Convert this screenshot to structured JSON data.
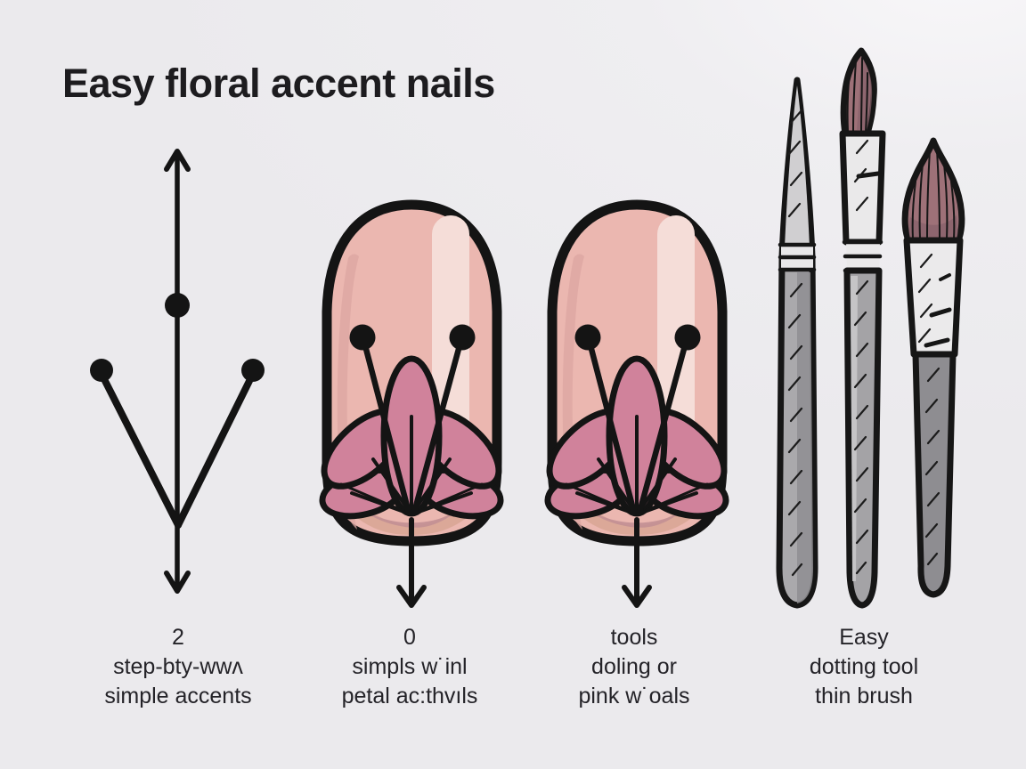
{
  "title": "Easy floral accent nails",
  "captions": [
    {
      "lines": [
        "2",
        "step-bty-wwʌ",
        "simple accents"
      ]
    },
    {
      "lines": [
        "0",
        "simpls w˙inl",
        "petal ac:thvıls"
      ]
    },
    {
      "lines": [
        "tools",
        "doling or",
        "pink w˙oals"
      ]
    },
    {
      "lines": [
        "Easy",
        "dotting tool",
        "thin brush"
      ]
    }
  ],
  "figures": {
    "step_arrows": "double-ended-arrow-with-dots",
    "nail_step_1": "accent-nail-with-petal-flower",
    "nail_step_2": "accent-nail-with-petal-flower",
    "tools": "dotting-tool-thin-brush-detail-brush"
  },
  "colors": {
    "background": "#ebeaed",
    "ink": "#161616",
    "nail_base": "#ebb7b0",
    "nail_highlight": "#f5ddd8",
    "nail_shade_tan": "#dba898",
    "petal_pink": "#d0829b",
    "bristle_mauve": "#9e7178",
    "ferrule_white": "#eae9ea",
    "handle_gray": "#a4a3a6"
  }
}
